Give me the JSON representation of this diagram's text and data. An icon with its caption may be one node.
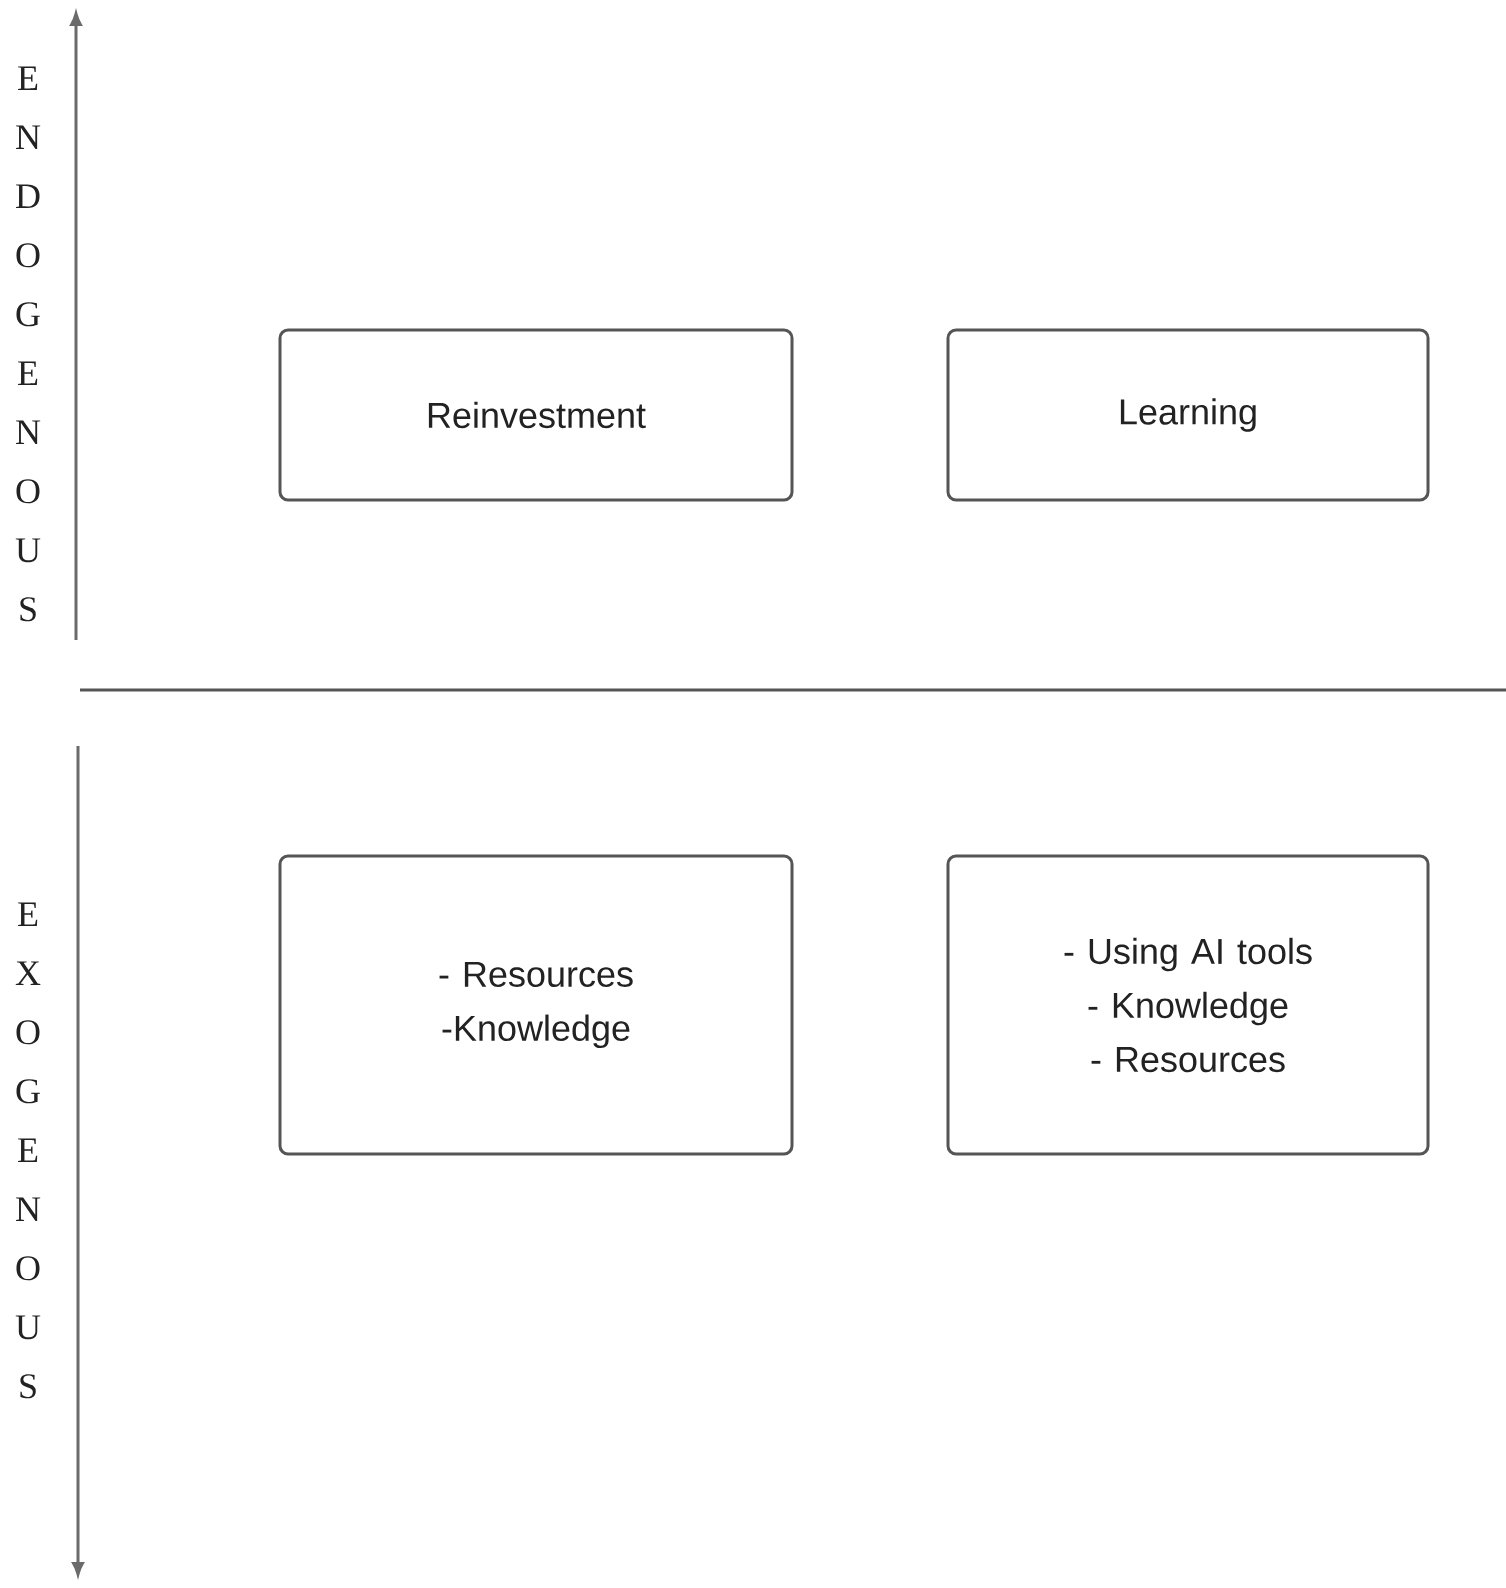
{
  "diagram": {
    "nodes": [
      {
        "text": [
          "Reinvestment"
        ]
      },
      {
        "text": [
          "Learning"
        ]
      },
      {
        "text": [
          "- Resources -Knowledge"
        ]
      },
      {
        "text": [
          "- Using AI tools - Knowledge - Resources"
        ]
      }
    ],
    "labels": [
      "ENDOGENOUS",
      "EXOGENOUS"
    ]
  }
}
